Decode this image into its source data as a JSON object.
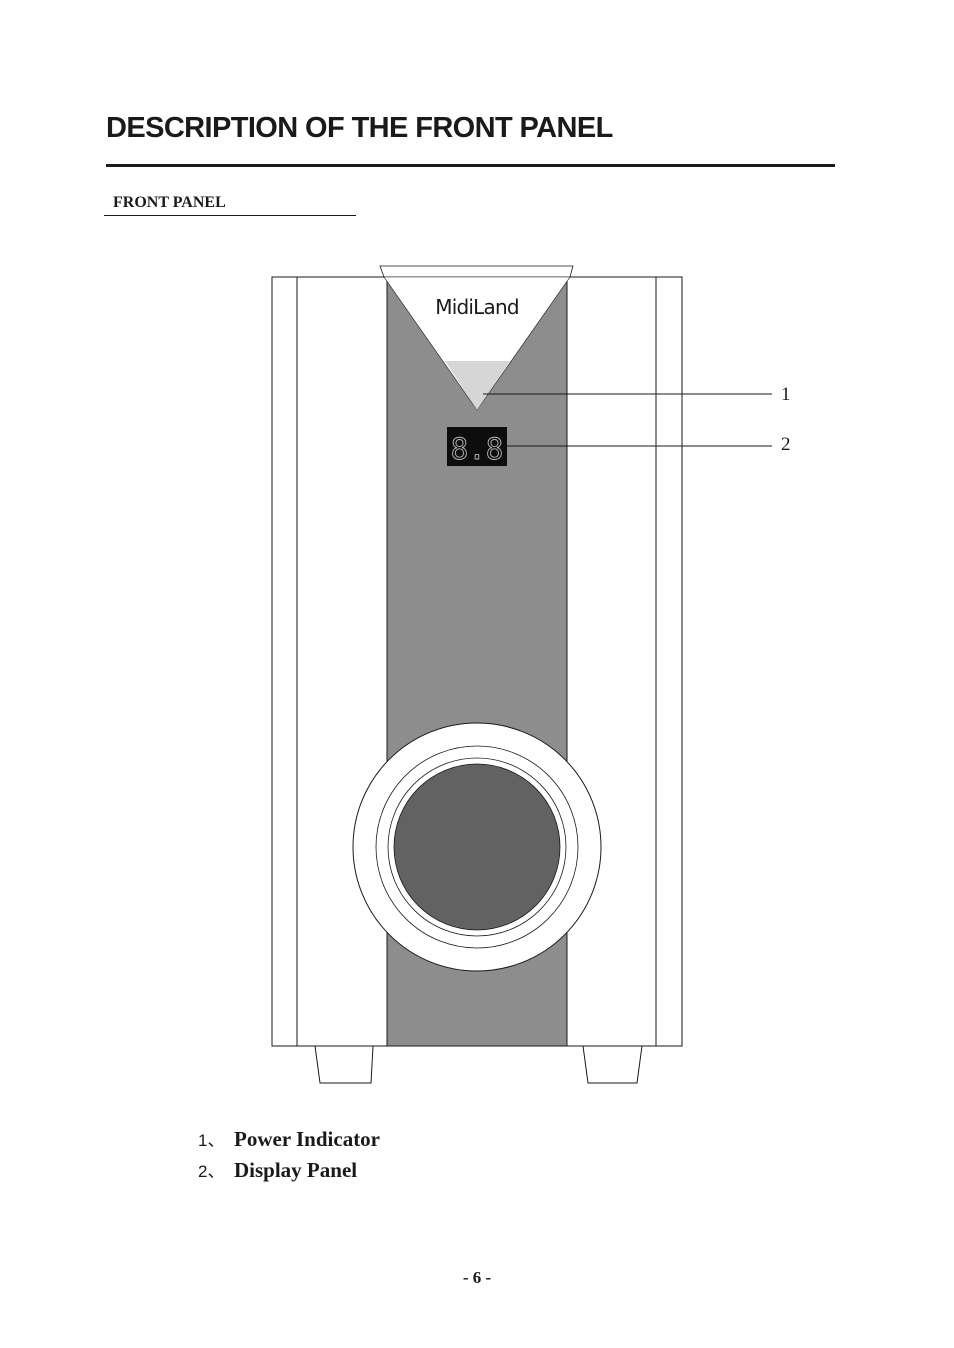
{
  "heading": {
    "title": "DESCRIPTION OF THE FRONT PANEL"
  },
  "section": {
    "label": "FRONT PANEL"
  },
  "device": {
    "brand_logo": "MidiLand",
    "display_readout": "8.8"
  },
  "callouts": [
    {
      "number": "1",
      "target": "power-indicator"
    },
    {
      "number": "2",
      "target": "display-panel"
    }
  ],
  "legend": [
    {
      "number": "1、",
      "label": "Power Indicator"
    },
    {
      "number": "2、",
      "label": "Display Panel"
    }
  ],
  "footer": {
    "page": "- 6 -"
  },
  "colors": {
    "panel_gray": "#8e8d8e",
    "indicator_light": "#d6d6d6",
    "woofer_center": "#636263",
    "display_background": "#0d0d0d",
    "outline": "#1a1a1a"
  }
}
